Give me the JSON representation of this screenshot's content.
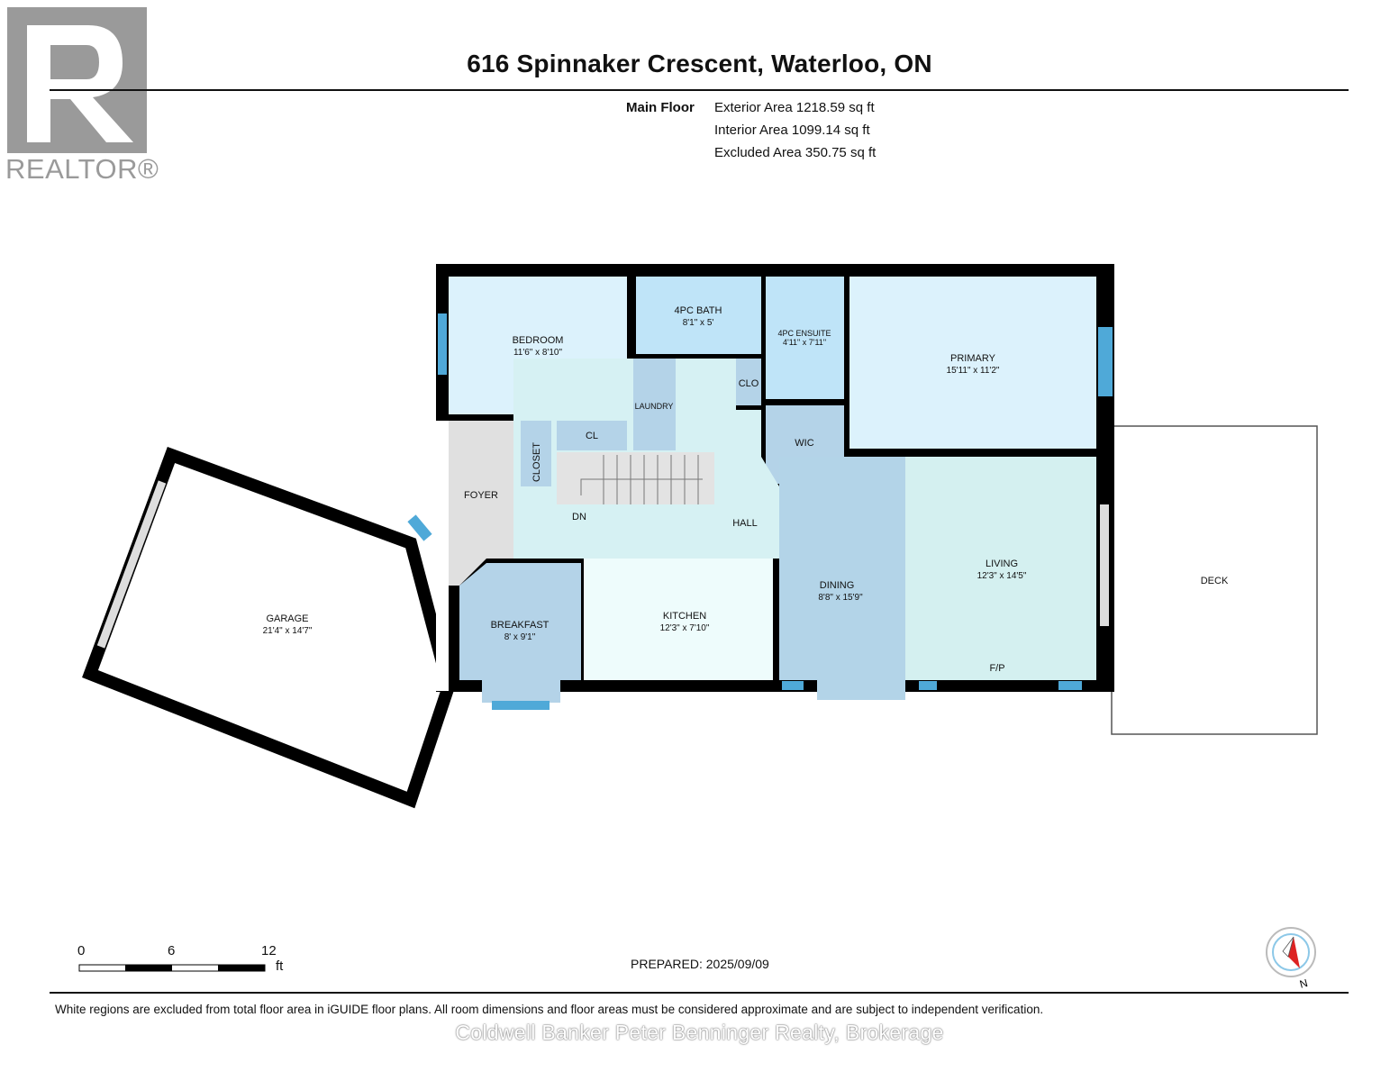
{
  "header": {
    "title": "616 Spinnaker Crescent, Waterloo, ON"
  },
  "logo": {
    "text": "REALTOR®"
  },
  "areas": {
    "floor": "Main Floor",
    "exterior": "Exterior Area 1218.59 sq ft",
    "interior": "Interior Area 1099.14 sq ft",
    "excluded": "Excluded Area 350.75 sq ft"
  },
  "rooms": {
    "bedroom": {
      "name": "BEDROOM",
      "dims": "11'6\" x 8'10\""
    },
    "bath": {
      "name": "4PC BATH",
      "dims": "8'1\" x 5'"
    },
    "ensuite": {
      "name": "4PC ENSUITE",
      "dims": "4'11\" x 7'11\""
    },
    "primary": {
      "name": "PRIMARY",
      "dims": "15'11\" x 11'2\""
    },
    "laundry": {
      "name": "LAUNDRY"
    },
    "clo": {
      "name": "CLO"
    },
    "cl": {
      "name": "CL"
    },
    "closet": {
      "name": "CLOSET"
    },
    "wic": {
      "name": "WIC"
    },
    "foyer": {
      "name": "FOYER"
    },
    "dn": {
      "name": "DN"
    },
    "hall": {
      "name": "HALL"
    },
    "garage": {
      "name": "GARAGE",
      "dims": "21'4\" x 14'7\""
    },
    "breakfast": {
      "name": "BREAKFAST",
      "dims": "8' x 9'1\""
    },
    "kitchen": {
      "name": "KITCHEN",
      "dims": "12'3\" x 7'10\""
    },
    "dining": {
      "name": "DINING",
      "dims": "8'8\" x 15'9\""
    },
    "living": {
      "name": "LIVING",
      "dims": "12'3\" x 14'5\""
    },
    "fp": {
      "name": "F/P"
    },
    "deck": {
      "name": "DECK"
    }
  },
  "scale": {
    "ticks": [
      "0",
      "6",
      "12"
    ],
    "unit": "ft"
  },
  "compass": {
    "label": "N"
  },
  "footer": {
    "prepared": "PREPARED: 2025/09/09",
    "disclaimer": "White regions are excluded from total floor area in iGUIDE floor plans. All room dimensions and floor areas must be considered approximate and are subject to independent verification.",
    "watermark": "Coldwell Banker Peter Benninger Realty, Brokerage"
  },
  "colors": {
    "wall": "#000000",
    "window": "#4fa9d8",
    "bedroom": "#dcf2fc",
    "bath": "#bfe4f8",
    "closet": "#b4d3e8",
    "hall": "#d6f1f3",
    "kitchen": "#eefcfc",
    "foyer": "#e0e0e0"
  }
}
